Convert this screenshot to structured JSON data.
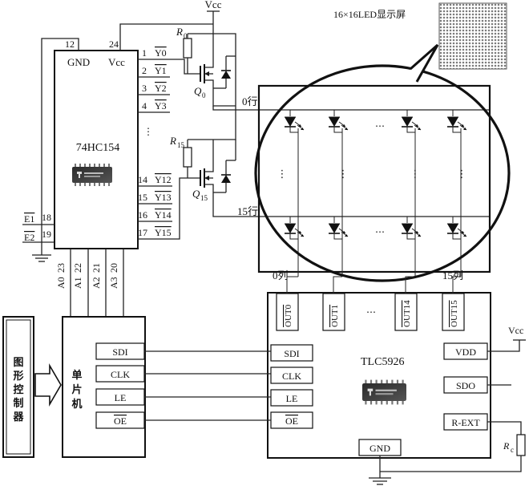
{
  "vcc_top": "Vcc",
  "display_title": "16×16LED显示屏",
  "decoder": {
    "name": "74HC154",
    "gnd_label": "GND",
    "vcc_label": "Vcc",
    "pin_gnd": "12",
    "pin_vcc": "24",
    "outputs_top": [
      {
        "num": "1",
        "sig": "Y0"
      },
      {
        "num": "2",
        "sig": "Y1"
      },
      {
        "num": "3",
        "sig": "Y2"
      },
      {
        "num": "4",
        "sig": "Y3"
      }
    ],
    "outputs_bottom": [
      {
        "num": "14",
        "sig": "Y12"
      },
      {
        "num": "15",
        "sig": "Y13"
      },
      {
        "num": "16",
        "sig": "Y14"
      },
      {
        "num": "17",
        "sig": "Y15"
      }
    ],
    "enables": [
      {
        "num": "18",
        "sig": "E1"
      },
      {
        "num": "19",
        "sig": "E2"
      }
    ],
    "addr": [
      {
        "num": "23",
        "sig": "A0"
      },
      {
        "num": "22",
        "sig": "A1"
      },
      {
        "num": "21",
        "sig": "A2"
      },
      {
        "num": "20",
        "sig": "A3"
      }
    ]
  },
  "transistors": {
    "r0": "R",
    "r0_sub": "0",
    "q0": "Q",
    "q0_sub": "0",
    "r15": "R",
    "r15_sub": "15",
    "q15": "Q",
    "q15_sub": "15"
  },
  "row_labels": [
    "0行",
    "15行"
  ],
  "col_labels": [
    "0列",
    "15列"
  ],
  "ellipsis": "…",
  "vdots": "⋮",
  "tlc": {
    "name": "TLC5926",
    "outputs": [
      "OUT0",
      "OUT1",
      "OUT14",
      "OUT15"
    ],
    "left_pins": [
      "SDI",
      "CLK",
      "LE",
      "OE"
    ],
    "right_pins": [
      "VDD",
      "SDO",
      "R-EXT"
    ],
    "gnd": "GND",
    "vcc": "Vcc",
    "rext": "R",
    "rext_sub": "c"
  },
  "mcu": {
    "name": "单片机",
    "name_chars": [
      "单",
      "片",
      "机"
    ],
    "pins": [
      "SDI",
      "CLK",
      "LE",
      "OE"
    ]
  },
  "controller": {
    "label": "图形控制器",
    "chars": [
      "图",
      "形",
      "控",
      "制",
      "器"
    ]
  }
}
